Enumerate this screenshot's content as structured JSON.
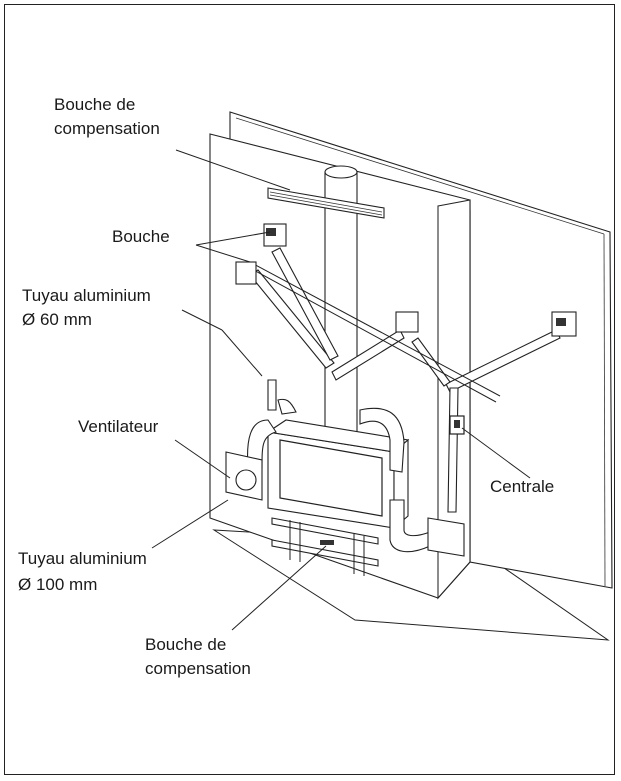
{
  "labels": {
    "bouche_comp_top_1": "Bouche de",
    "bouche_comp_top_2": "compensation",
    "bouche": "Bouche",
    "tuyau60_1": "Tuyau aluminium",
    "tuyau60_2": "Ø 60 mm",
    "ventilateur": "Ventilateur",
    "centrale": "Centrale",
    "tuyau100_1": "Tuyau aluminium",
    "tuyau100_2": "Ø 100 mm",
    "bouche_comp_bottom_1": "Bouche de",
    "bouche_comp_bottom_2": "compensation"
  }
}
